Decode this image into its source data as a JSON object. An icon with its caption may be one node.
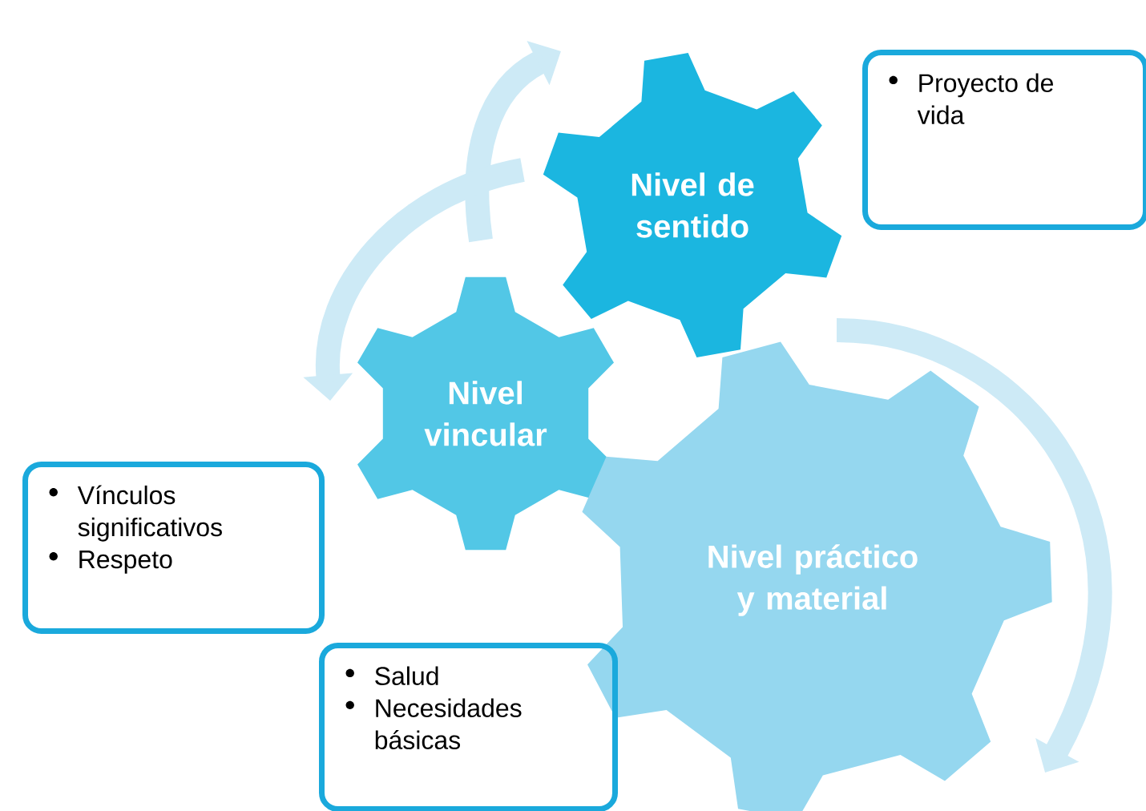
{
  "diagram": {
    "nodes": [
      {
        "text": [
          "Nivel de sentido"
        ]
      },
      {
        "text": [
          "Proyecto de vida"
        ]
      },
      {
        "text": [
          "Nivel vincular"
        ]
      },
      {
        "text": [
          "Vínculos significativos",
          "Respeto"
        ]
      },
      {
        "text": [
          "Nivel  práctico y material"
        ]
      },
      {
        "text": [
          "Salud",
          "Necesidades básicas"
        ]
      }
    ],
    "edges": [
      {
        "from": 2,
        "to": 0,
        "arrow": "to"
      },
      {
        "from": 0,
        "to": 2,
        "arrow": "to"
      },
      {
        "from": 0,
        "to": 4,
        "arrow": "to"
      }
    ]
  }
}
